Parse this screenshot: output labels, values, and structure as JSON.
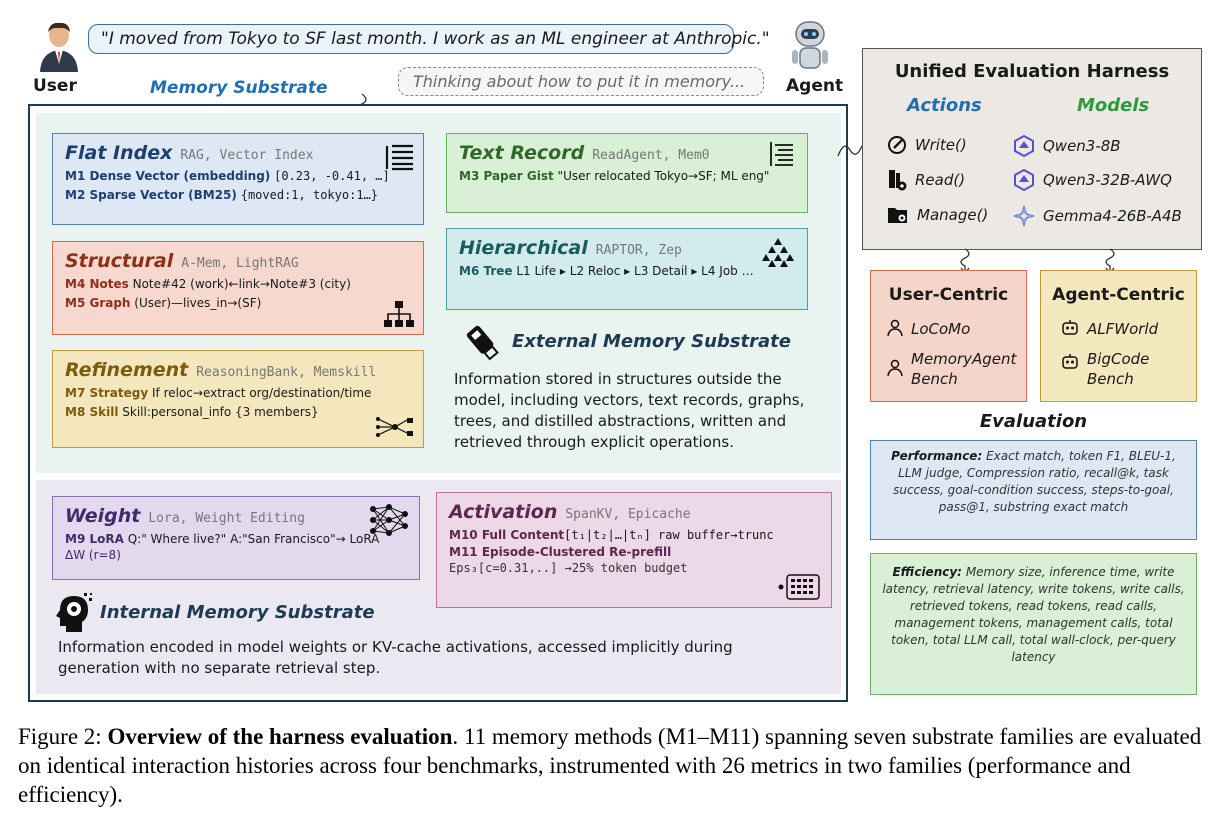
{
  "top": {
    "user_label": "User",
    "agent_label": "Agent",
    "user_quote": "\"I moved from Tokyo to SF last month. I work as an ML engineer at Anthropic.\"",
    "agent_thought": "Thinking about how to put it in memory...",
    "substrate_title": "Memory Substrate"
  },
  "external": {
    "flat_index": {
      "title": "Flat Index",
      "sub": "RAG, Vector Index",
      "l1_bold": "M1 Dense Vector (embedding)",
      "l1_mono": "[0.23, -0.41, …]",
      "l2_bold": "M2 Sparse Vector (BM25)",
      "l2_mono": "{moved:1, tokyo:1…}"
    },
    "structural": {
      "title": "Structural",
      "sub": "A-Mem, LightRAG",
      "l1_bold": "M4 Notes",
      "l1_text": "Note#42 (work)←link→Note#3 (city)",
      "l2_bold": "M5 Graph",
      "l2_text": "(User)—lives_in→(SF)"
    },
    "refinement": {
      "title": "Refinement",
      "sub": "ReasoningBank, Memskill",
      "l1_bold": "M7 Strategy",
      "l1_text": "If reloc→extract org/destination/time",
      "l2_bold": "M8 Skill",
      "l2_text": "Skill:personal_info {3 members}"
    },
    "text_record": {
      "title": "Text Record",
      "sub": "ReadAgent, Mem0",
      "l1_bold": "M3 Paper Gist",
      "l1_text": "\"User relocated Tokyo→SF; ML eng\""
    },
    "hierarchical": {
      "title": "Hierarchical",
      "sub": "RAPTOR, Zep",
      "l1_bold": "M6 Tree",
      "l1_text": "L1 Life ▸ L2 Reloc ▸ L3 Detail ▸ L4 Job …"
    },
    "section_title": "External Memory Substrate",
    "section_desc": "Information stored in structures outside the model, including vectors, text records, graphs, trees, and distilled abstractions, written and retrieved through explicit operations."
  },
  "internal": {
    "weight": {
      "title": "Weight",
      "sub": "Lora, Weight Editing",
      "l1_bold": "M9 LoRA",
      "l1_text": "Q:\" Where live?\" A:\"San Francisco\"→ LoRA",
      "l2_text": "ΔW (r=8)"
    },
    "activation": {
      "title": "Activation",
      "sub": "SpanKV, Epicache",
      "l1_bold": "M10 Full Content",
      "l1_mono": "[t₁|t₂|…|tₙ] raw buffer→trunc",
      "l2_bold": "M11 Episode-Clustered  Re-prefill",
      "l3_mono": "Eps₃[c=0.31,..] →25% token budget"
    },
    "section_title": "Internal Memory Substrate",
    "section_desc": "Information encoded in model weights or KV-cache activations, accessed implicitly during generation with no separate retrieval step."
  },
  "harness": {
    "title": "Unified Evaluation Harness",
    "actions_head": "Actions",
    "models_head": "Models",
    "actions": [
      "Write()",
      "Read()",
      "Manage()"
    ],
    "models": [
      "Qwen3-8B",
      "Qwen3-32B-AWQ",
      "Gemma4-26B-A4B"
    ],
    "colors": {
      "actions": "#1f6fb5",
      "models": "#2e9a3e"
    }
  },
  "user_centric": {
    "title": "User-Centric",
    "items": [
      "LoCoMo",
      "MemoryAgent",
      "Bench"
    ]
  },
  "agent_centric": {
    "title": "Agent-Centric",
    "items": [
      "ALFWorld",
      "BigCode",
      "Bench"
    ]
  },
  "evaluation": {
    "title": "Evaluation",
    "perf_label": "Performance:",
    "perf_text": "Exact match, token F1, BLEU-1, LLM judge, Compression ratio, recall@k, task success, goal-condition success, steps-to-goal, pass@1, substring exact match",
    "eff_label": "Efficiency:",
    "eff_text": "Memory size, inference time, write latency, retrieval latency, write tokens, write calls, retrieved tokens, read tokens, read calls, management tokens, management calls, total token, total LLM call, total wall-clock, per-query latency"
  },
  "caption": {
    "prefix": "Figure 2: ",
    "bold": "Overview of the harness evaluation",
    "rest": ". 11 memory methods (M1–M11) spanning seven substrate families are evaluated on identical interaction histories across four benchmarks, instrumented with 26 metrics in two families (performance and efficiency)."
  }
}
